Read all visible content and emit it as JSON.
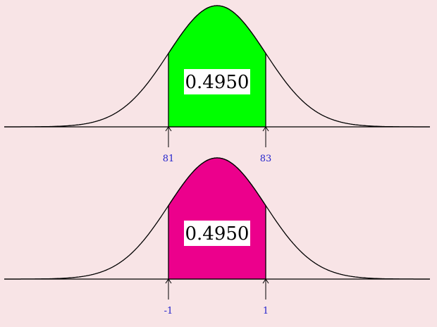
{
  "colors": {
    "background": "#f8e4e6",
    "top_fill": "#00ff00",
    "bottom_fill": "#ec008c",
    "tick_label": "#2222cc"
  },
  "top_panel": {
    "area_label": "0.4950",
    "left_bound": "81",
    "right_bound": "83"
  },
  "bottom_panel": {
    "area_label": "0.4950",
    "left_bound": "-1",
    "right_bound": "1"
  }
}
